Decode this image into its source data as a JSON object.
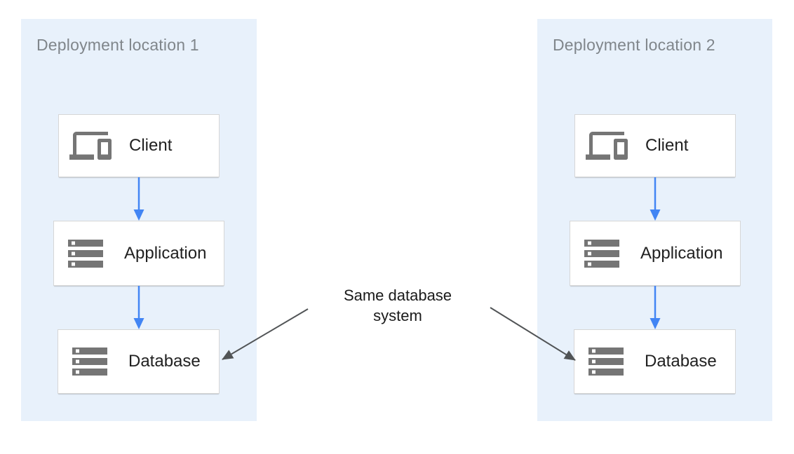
{
  "diagram": {
    "panels": [
      {
        "title": "Deployment location 1",
        "nodes": [
          {
            "label": "Client",
            "icon": "devices-icon"
          },
          {
            "label": "Application",
            "icon": "storage-icon"
          },
          {
            "label": "Database",
            "icon": "storage-icon"
          }
        ]
      },
      {
        "title": "Deployment location 2",
        "nodes": [
          {
            "label": "Client",
            "icon": "devices-icon"
          },
          {
            "label": "Application",
            "icon": "storage-icon"
          },
          {
            "label": "Database",
            "icon": "storage-icon"
          }
        ]
      }
    ],
    "annotation": {
      "label": "Same database\nsystem"
    },
    "colors": {
      "panel_bg": "#e8f1fb",
      "title_color": "#80868b",
      "node_bg": "#ffffff",
      "node_border": "#d6d6d6",
      "node_text": "#212121",
      "icon_color": "#757575",
      "flow_arrow": "#4285f4",
      "annotation_arrow": "#515456",
      "annotation_text": "#1a1a1a"
    }
  }
}
